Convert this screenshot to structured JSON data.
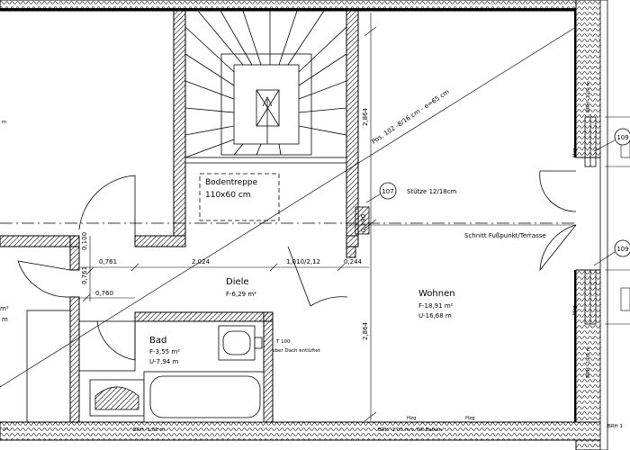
{
  "rooms": {
    "wohnen": {
      "name": "Wohnen",
      "area": "F-18,91 m²",
      "perimeter": "U-16,68 m"
    },
    "diele": {
      "name": "Diele",
      "area": "F-6,29 m²"
    },
    "bad": {
      "name": "Bad",
      "area": "F-3,55 m²",
      "perimeter": "U-7,94 m"
    },
    "left_partial_1": "m²",
    "left_partial_2": "m"
  },
  "stair": {
    "label": "Bodentreppe",
    "size": "110x60 cm"
  },
  "annotations": {
    "stair_pos": "Pos. 102 -8/16 cm - e=65 cm",
    "stuetze": "Stütze 12/18cm",
    "schnitt": "Schnitt Fußpunkt/Terrasse",
    "vent_1": "T 100",
    "vent_2": "über Dach entlüftet",
    "left_top_partial": "m"
  },
  "dimensions": {
    "d2864_top": "2,864",
    "d2864_bottom": "2,864",
    "d0761": "0,761",
    "d2024": "2,024",
    "d1010": "1,010/2,12",
    "d0244": "0,244",
    "d0760": "0,760",
    "d0100": "0,100",
    "d0761v": "0,761",
    "d0190": "0,190"
  },
  "markers": {
    "m107": "107",
    "m109a": "109",
    "m109b": "109"
  },
  "brh": {
    "right_top": "BRH -1,00 m",
    "right_bottom": "BRH -1,00 m",
    "bottom_left": "BRH -1,00 m",
    "bottom_center": "BRH -1,00 m v. OK Balken",
    "bottom_right": "BRH 1",
    "hzg_1": "Hzg.",
    "hzg_2": "Hzg.",
    "hzg_3": "Hzg",
    "hzg_4": "Hzg",
    "bottom_partial": "m"
  }
}
